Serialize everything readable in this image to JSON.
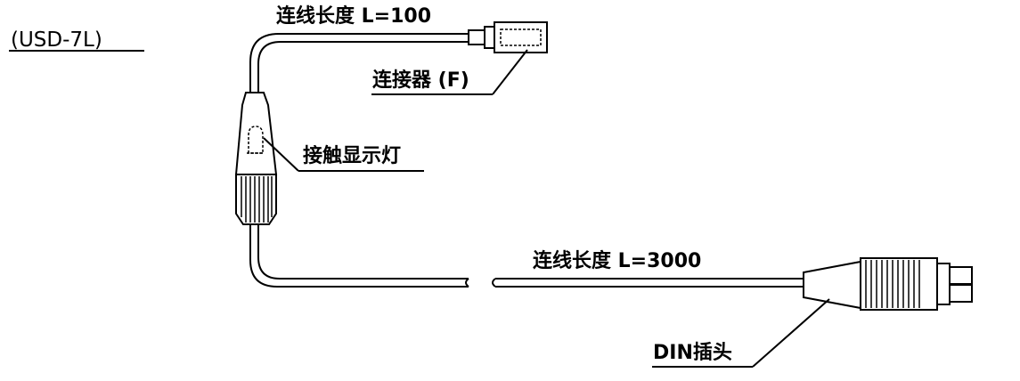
{
  "model_label": "(USD-7L)",
  "labels": {
    "short_cable_length": "连线长度 L=100",
    "connector_f": "连接器 (F)",
    "contact_indicator": "接触显示灯",
    "long_cable_length": "连线长度 L=3000",
    "din_plug": "DIN插头"
  },
  "colors": {
    "stroke": "#000000",
    "background": "#ffffff"
  }
}
